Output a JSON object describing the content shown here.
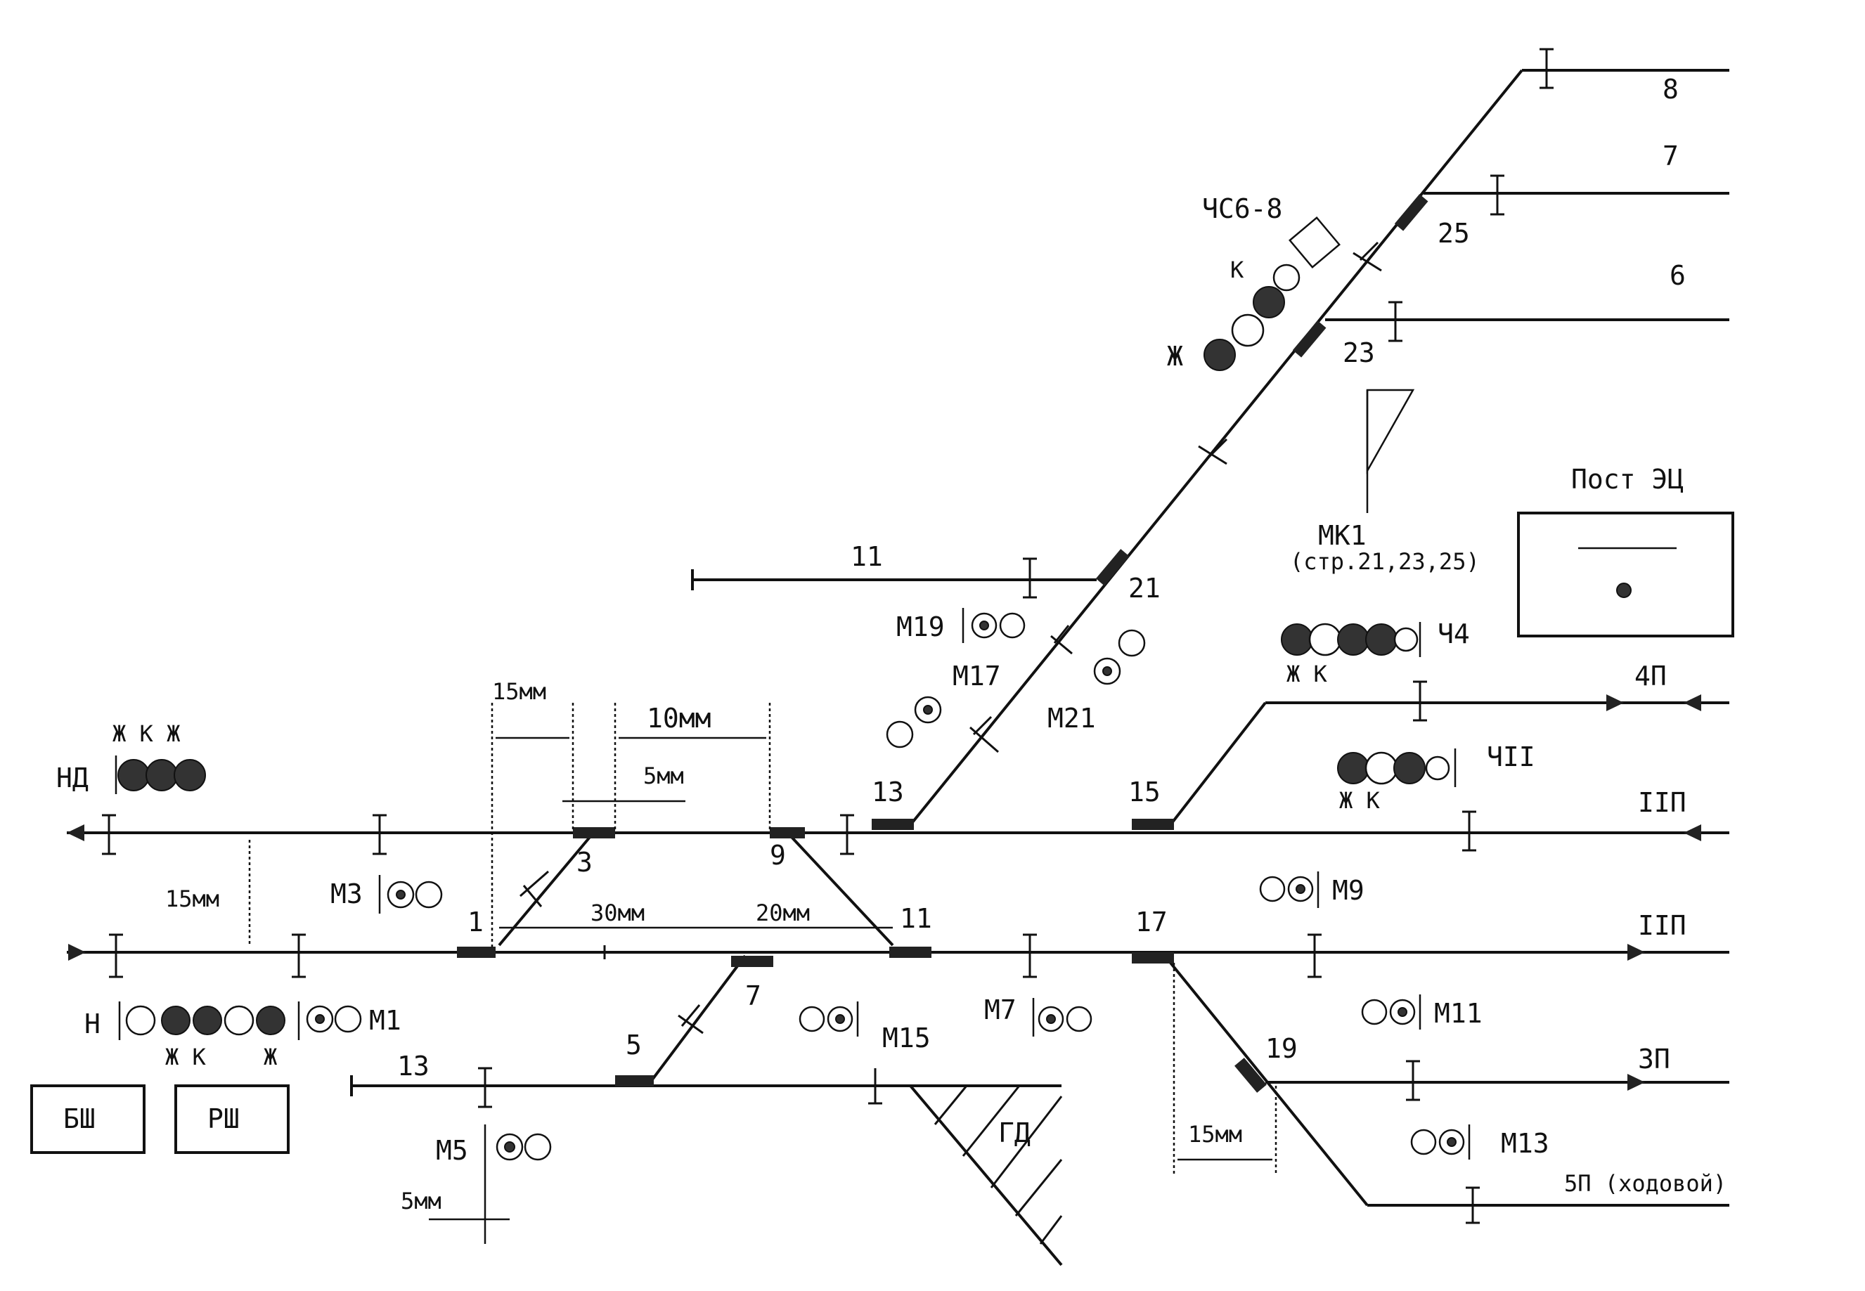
{
  "tracks": {
    "t8": "8",
    "t7": "7",
    "t6": "6",
    "t11": "11",
    "t4p": "4П",
    "t3p_upper": "IIП",
    "t2p": "IIП",
    "t3p": "3П",
    "t5p": "5П (ходовой)",
    "t13_left": "13"
  },
  "switches": {
    "s1": "1",
    "s3": "3",
    "s5": "5",
    "s7": "7",
    "s9": "9",
    "s11": "11",
    "s13": "13",
    "s15": "15",
    "s17": "17",
    "s19": "19",
    "s21": "21",
    "s23": "23",
    "s25": "25"
  },
  "signals": {
    "nd": "НД",
    "nd_lamps": "Ж К Ж",
    "n": "Н",
    "n_lamps1": "Ж К",
    "n_lamps2": "Ж",
    "m1": "M1",
    "m3": "M3",
    "m5": "M5",
    "m7": "M7",
    "m9": "M9",
    "m11": "M11",
    "m13": "M13",
    "m15": "M15",
    "m17": "M17",
    "m19": "M19",
    "m21": "M21",
    "ch4": "Ч4",
    "ch4_lamps": "Ж К",
    "ch3": "ЧII",
    "ch3_lamps": "Ж К",
    "chs68": "ЧС6-8",
    "chs_k": "К",
    "chs_zh": "Ж"
  },
  "dimensions": {
    "d15_top": "15мм",
    "d10": "10мм",
    "d5_top": "5мм",
    "d15_left": "15мм",
    "d30": "30мм",
    "d20": "20мм",
    "d15_right": "15мм",
    "d5_bottom": "5мм"
  },
  "objects": {
    "mk1_title": "МК1",
    "mk1_sub": "(стр.21,23,25)",
    "post": "Пост ЭЦ",
    "bsh": "БШ",
    "rsh": "РШ",
    "gd": "ГД"
  }
}
